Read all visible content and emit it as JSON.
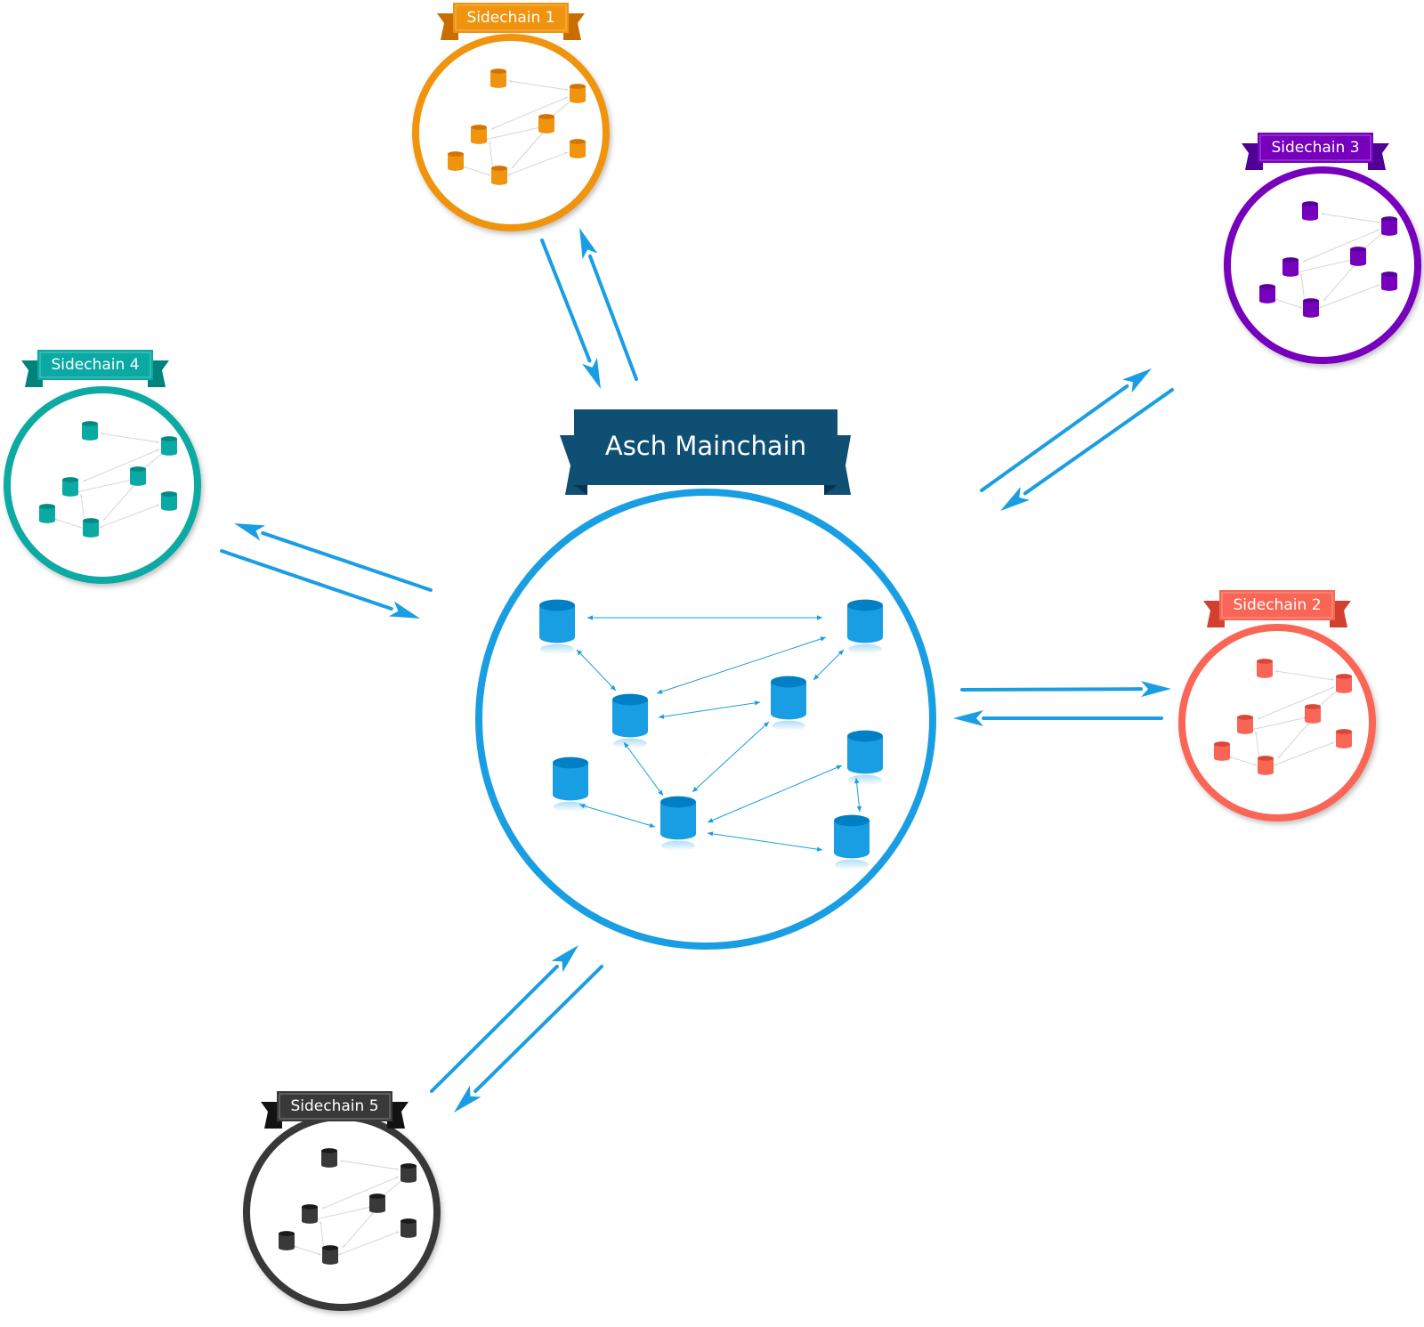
{
  "mainchain": {
    "label": "Asch Mainchain",
    "color": "#1a9ee3",
    "banner_color": "#0f4f73"
  },
  "sidechains": [
    {
      "id": "sidechain-1",
      "label": "Sidechain 1",
      "color": "#f0930e"
    },
    {
      "id": "sidechain-2",
      "label": "Sidechain 2",
      "color": "#fa6656"
    },
    {
      "id": "sidechain-3",
      "label": "Sidechain 3",
      "color": "#7700bd"
    },
    {
      "id": "sidechain-4",
      "label": "Sidechain 4",
      "color": "#0aa9a3"
    },
    {
      "id": "sidechain-5",
      "label": "Sidechain 5",
      "color": "#393939"
    }
  ],
  "arrow_color": "#1a9ee3"
}
